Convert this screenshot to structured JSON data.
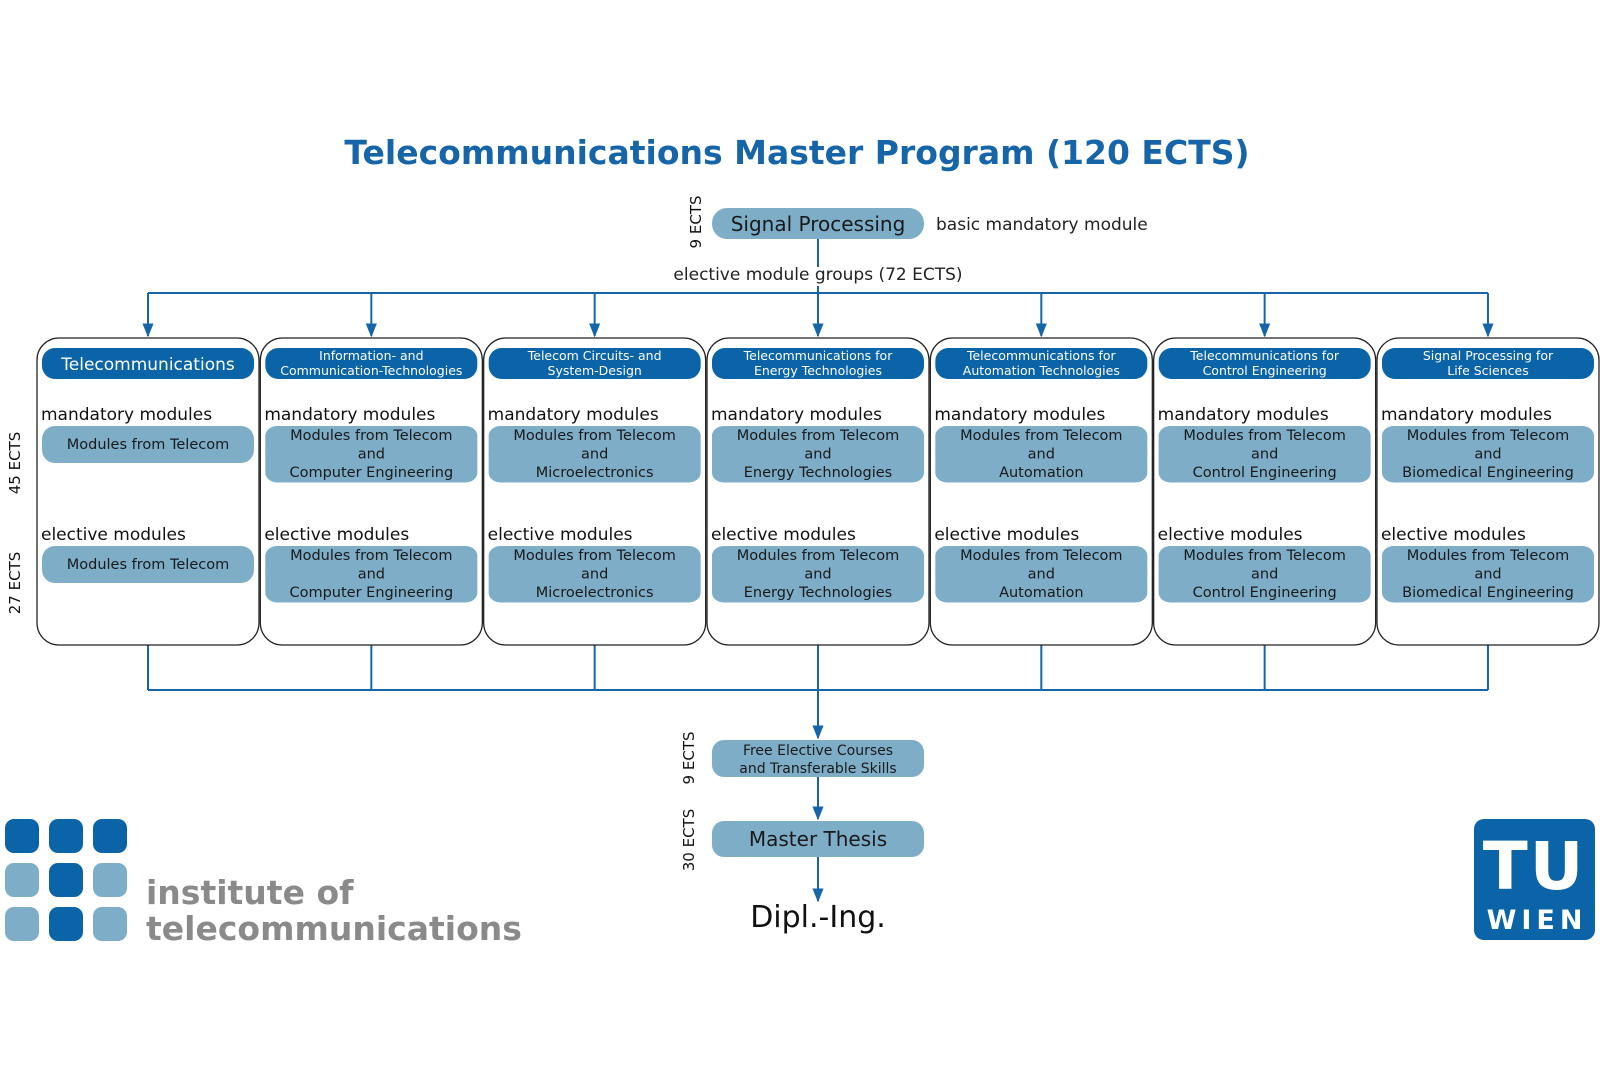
{
  "title": "Telecommunications Master Program (120 ECTS)",
  "top": {
    "ects": "9 ECTS",
    "module": "Signal Processing",
    "note": "basic mandatory module"
  },
  "groups_label": "elective module groups (72 ECTS)",
  "side_ects": {
    "mandatory": "45 ECTS",
    "elective": "27 ECTS"
  },
  "section_labels": {
    "mandatory": "mandatory modules",
    "elective": "elective modules"
  },
  "columns": [
    {
      "header": [
        "Telecommunications"
      ],
      "mandatory": [
        "Modules from Telecom"
      ],
      "elective": [
        "Modules from Telecom"
      ]
    },
    {
      "header": [
        "Information- and",
        "Communication-Technologies"
      ],
      "mandatory": [
        "Modules from Telecom",
        "and",
        "Computer Engineering"
      ],
      "elective": [
        "Modules from Telecom",
        "and",
        "Computer Engineering"
      ]
    },
    {
      "header": [
        "Telecom Circuits- and",
        "System-Design"
      ],
      "mandatory": [
        "Modules from Telecom",
        "and",
        "Microelectronics"
      ],
      "elective": [
        "Modules from Telecom",
        "and",
        "Microelectronics"
      ]
    },
    {
      "header": [
        "Telecommunications for",
        "Energy Technologies"
      ],
      "mandatory": [
        "Modules from Telecom",
        "and",
        "Energy Technologies"
      ],
      "elective": [
        "Modules from Telecom",
        "and",
        "Energy Technologies"
      ]
    },
    {
      "header": [
        "Telecommunications for",
        "Automation Technologies"
      ],
      "mandatory": [
        "Modules from Telecom",
        "and",
        "Automation"
      ],
      "elective": [
        "Modules from Telecom",
        "and",
        "Automation"
      ]
    },
    {
      "header": [
        "Telecommunications for",
        "Control Engineering"
      ],
      "mandatory": [
        "Modules from Telecom",
        "and",
        "Control Engineering"
      ],
      "elective": [
        "Modules from Telecom",
        "and",
        "Control Engineering"
      ]
    },
    {
      "header": [
        "Signal Processing for",
        "Life Sciences"
      ],
      "mandatory": [
        "Modules from Telecom",
        "and",
        "Biomedical Engineering"
      ],
      "elective": [
        "Modules from Telecom",
        "and",
        "Biomedical Engineering"
      ]
    }
  ],
  "free_elective": {
    "ects": "9 ECTS",
    "lines": [
      "Free Elective Courses",
      "and Transferable Skills"
    ]
  },
  "thesis": {
    "ects": "30 ECTS",
    "label": "Master Thesis"
  },
  "degree": "Dipl.-Ing.",
  "logos": {
    "institute": [
      "institute of",
      "telecommunications"
    ],
    "tu": [
      "TU",
      "WIEN"
    ]
  },
  "colors": {
    "title": "#1565a8",
    "header_pill": "#0a64a7",
    "module_pill": "#7eadc8",
    "connector": "#1565a8",
    "tu_blue": "#0a64a7"
  }
}
